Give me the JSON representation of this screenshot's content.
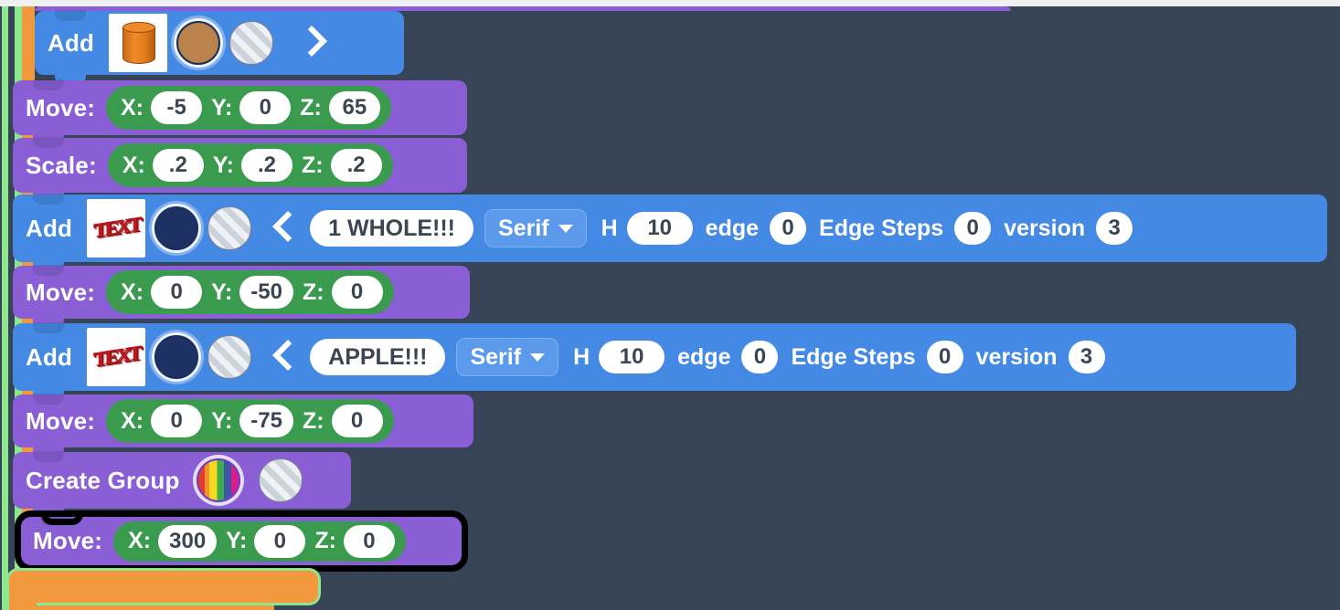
{
  "app": {
    "background_color": "#374356",
    "top_strip_color": "#eff0f2",
    "rail_green_color": "#8de88c",
    "rail_orange_color": "#f2983f"
  },
  "palette": {
    "blue_block": "#4489e4",
    "purple_block": "#8a5fd6",
    "green_input_group": "#3a9b4f",
    "orange_block": "#f2983f",
    "selection_outline": "#000000",
    "highlight_glow": "#8de88c"
  },
  "blocks": [
    {
      "id": "add-cylinder",
      "type": "add",
      "color": "blue",
      "label": "Add",
      "thumbnail": "cylinder-thumbnail",
      "swatches": [
        {
          "name": "color-swatch-tan",
          "color": "#b9834b",
          "selected": true
        },
        {
          "name": "material-swatch-striped",
          "color": "#ccd2da",
          "selected": false
        }
      ],
      "chevron": "chevron-right-icon"
    },
    {
      "id": "move-1",
      "type": "move",
      "color": "purple",
      "label": "Move:",
      "axes": [
        {
          "axis": "X:",
          "value": "-5"
        },
        {
          "axis": "Y:",
          "value": "0"
        },
        {
          "axis": "Z:",
          "value": "65"
        }
      ]
    },
    {
      "id": "scale-1",
      "type": "scale",
      "color": "purple",
      "label": "Scale:",
      "axes": [
        {
          "axis": "X:",
          "value": ".2"
        },
        {
          "axis": "Y:",
          "value": ".2"
        },
        {
          "axis": "Z:",
          "value": ".2"
        }
      ]
    },
    {
      "id": "add-text-1",
      "type": "add-text",
      "color": "blue",
      "label": "Add",
      "thumbnail": "text-thumbnail",
      "thumbnail_text": "TEXT",
      "swatches": [
        {
          "name": "color-swatch-navy",
          "color": "#1e3163",
          "selected": true
        },
        {
          "name": "material-swatch-striped",
          "color": "#ccd2da",
          "selected": false
        }
      ],
      "chevron": "chevron-left-icon",
      "text_value": "1 WHOLE!!!",
      "font": "Serif",
      "fields": [
        {
          "label": "H",
          "value": "10"
        },
        {
          "label": "edge",
          "value": "0"
        },
        {
          "label": "Edge Steps",
          "value": "0"
        },
        {
          "label": "version",
          "value": "3"
        }
      ]
    },
    {
      "id": "move-2",
      "type": "move",
      "color": "purple",
      "label": "Move:",
      "axes": [
        {
          "axis": "X:",
          "value": "0"
        },
        {
          "axis": "Y:",
          "value": "-50"
        },
        {
          "axis": "Z:",
          "value": "0"
        }
      ]
    },
    {
      "id": "add-text-2",
      "type": "add-text",
      "color": "blue",
      "label": "Add",
      "thumbnail": "text-thumbnail",
      "thumbnail_text": "TEXT",
      "swatches": [
        {
          "name": "color-swatch-navy",
          "color": "#1e3163",
          "selected": true
        },
        {
          "name": "material-swatch-striped",
          "color": "#ccd2da",
          "selected": false
        }
      ],
      "chevron": "chevron-left-icon",
      "text_value": "APPLE!!!",
      "font": "Serif",
      "fields": [
        {
          "label": "H",
          "value": "10"
        },
        {
          "label": "edge",
          "value": "0"
        },
        {
          "label": "Edge Steps",
          "value": "0"
        },
        {
          "label": "version",
          "value": "3"
        }
      ]
    },
    {
      "id": "move-3",
      "type": "move",
      "color": "purple",
      "label": "Move:",
      "axes": [
        {
          "axis": "X:",
          "value": "0"
        },
        {
          "axis": "Y:",
          "value": "-75"
        },
        {
          "axis": "Z:",
          "value": "0"
        }
      ]
    },
    {
      "id": "create-group",
      "type": "create-group",
      "color": "purple",
      "label": "Create Group",
      "swatches": [
        {
          "name": "color-swatch-rainbow",
          "color": "rainbow",
          "selected": true
        },
        {
          "name": "material-swatch-striped",
          "color": "#ccd2da",
          "selected": false
        }
      ]
    },
    {
      "id": "move-4-selected",
      "type": "move",
      "color": "purple",
      "label": "Move:",
      "selected": true,
      "axes": [
        {
          "axis": "X:",
          "value": "300"
        },
        {
          "axis": "Y:",
          "value": "0"
        },
        {
          "axis": "Z:",
          "value": "0"
        }
      ]
    },
    {
      "id": "orange-block-bottom",
      "type": "container",
      "color": "orange",
      "label": ""
    }
  ]
}
